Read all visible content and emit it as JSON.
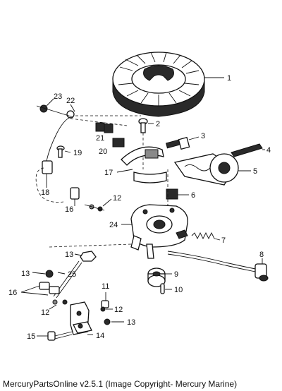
{
  "callouts": [
    "1",
    "2",
    "3",
    "4",
    "5",
    "6",
    "7",
    "8",
    "9",
    "10",
    "11",
    "12",
    "12",
    "12",
    "13",
    "13",
    "13",
    "14",
    "15",
    "16",
    "16",
    "17",
    "18",
    "19",
    "20",
    "21",
    "22",
    "23",
    "24",
    "25"
  ],
  "footer": "MercuryPartsOnline v2.5.1 (Image Copyright- Mercury Marine)"
}
